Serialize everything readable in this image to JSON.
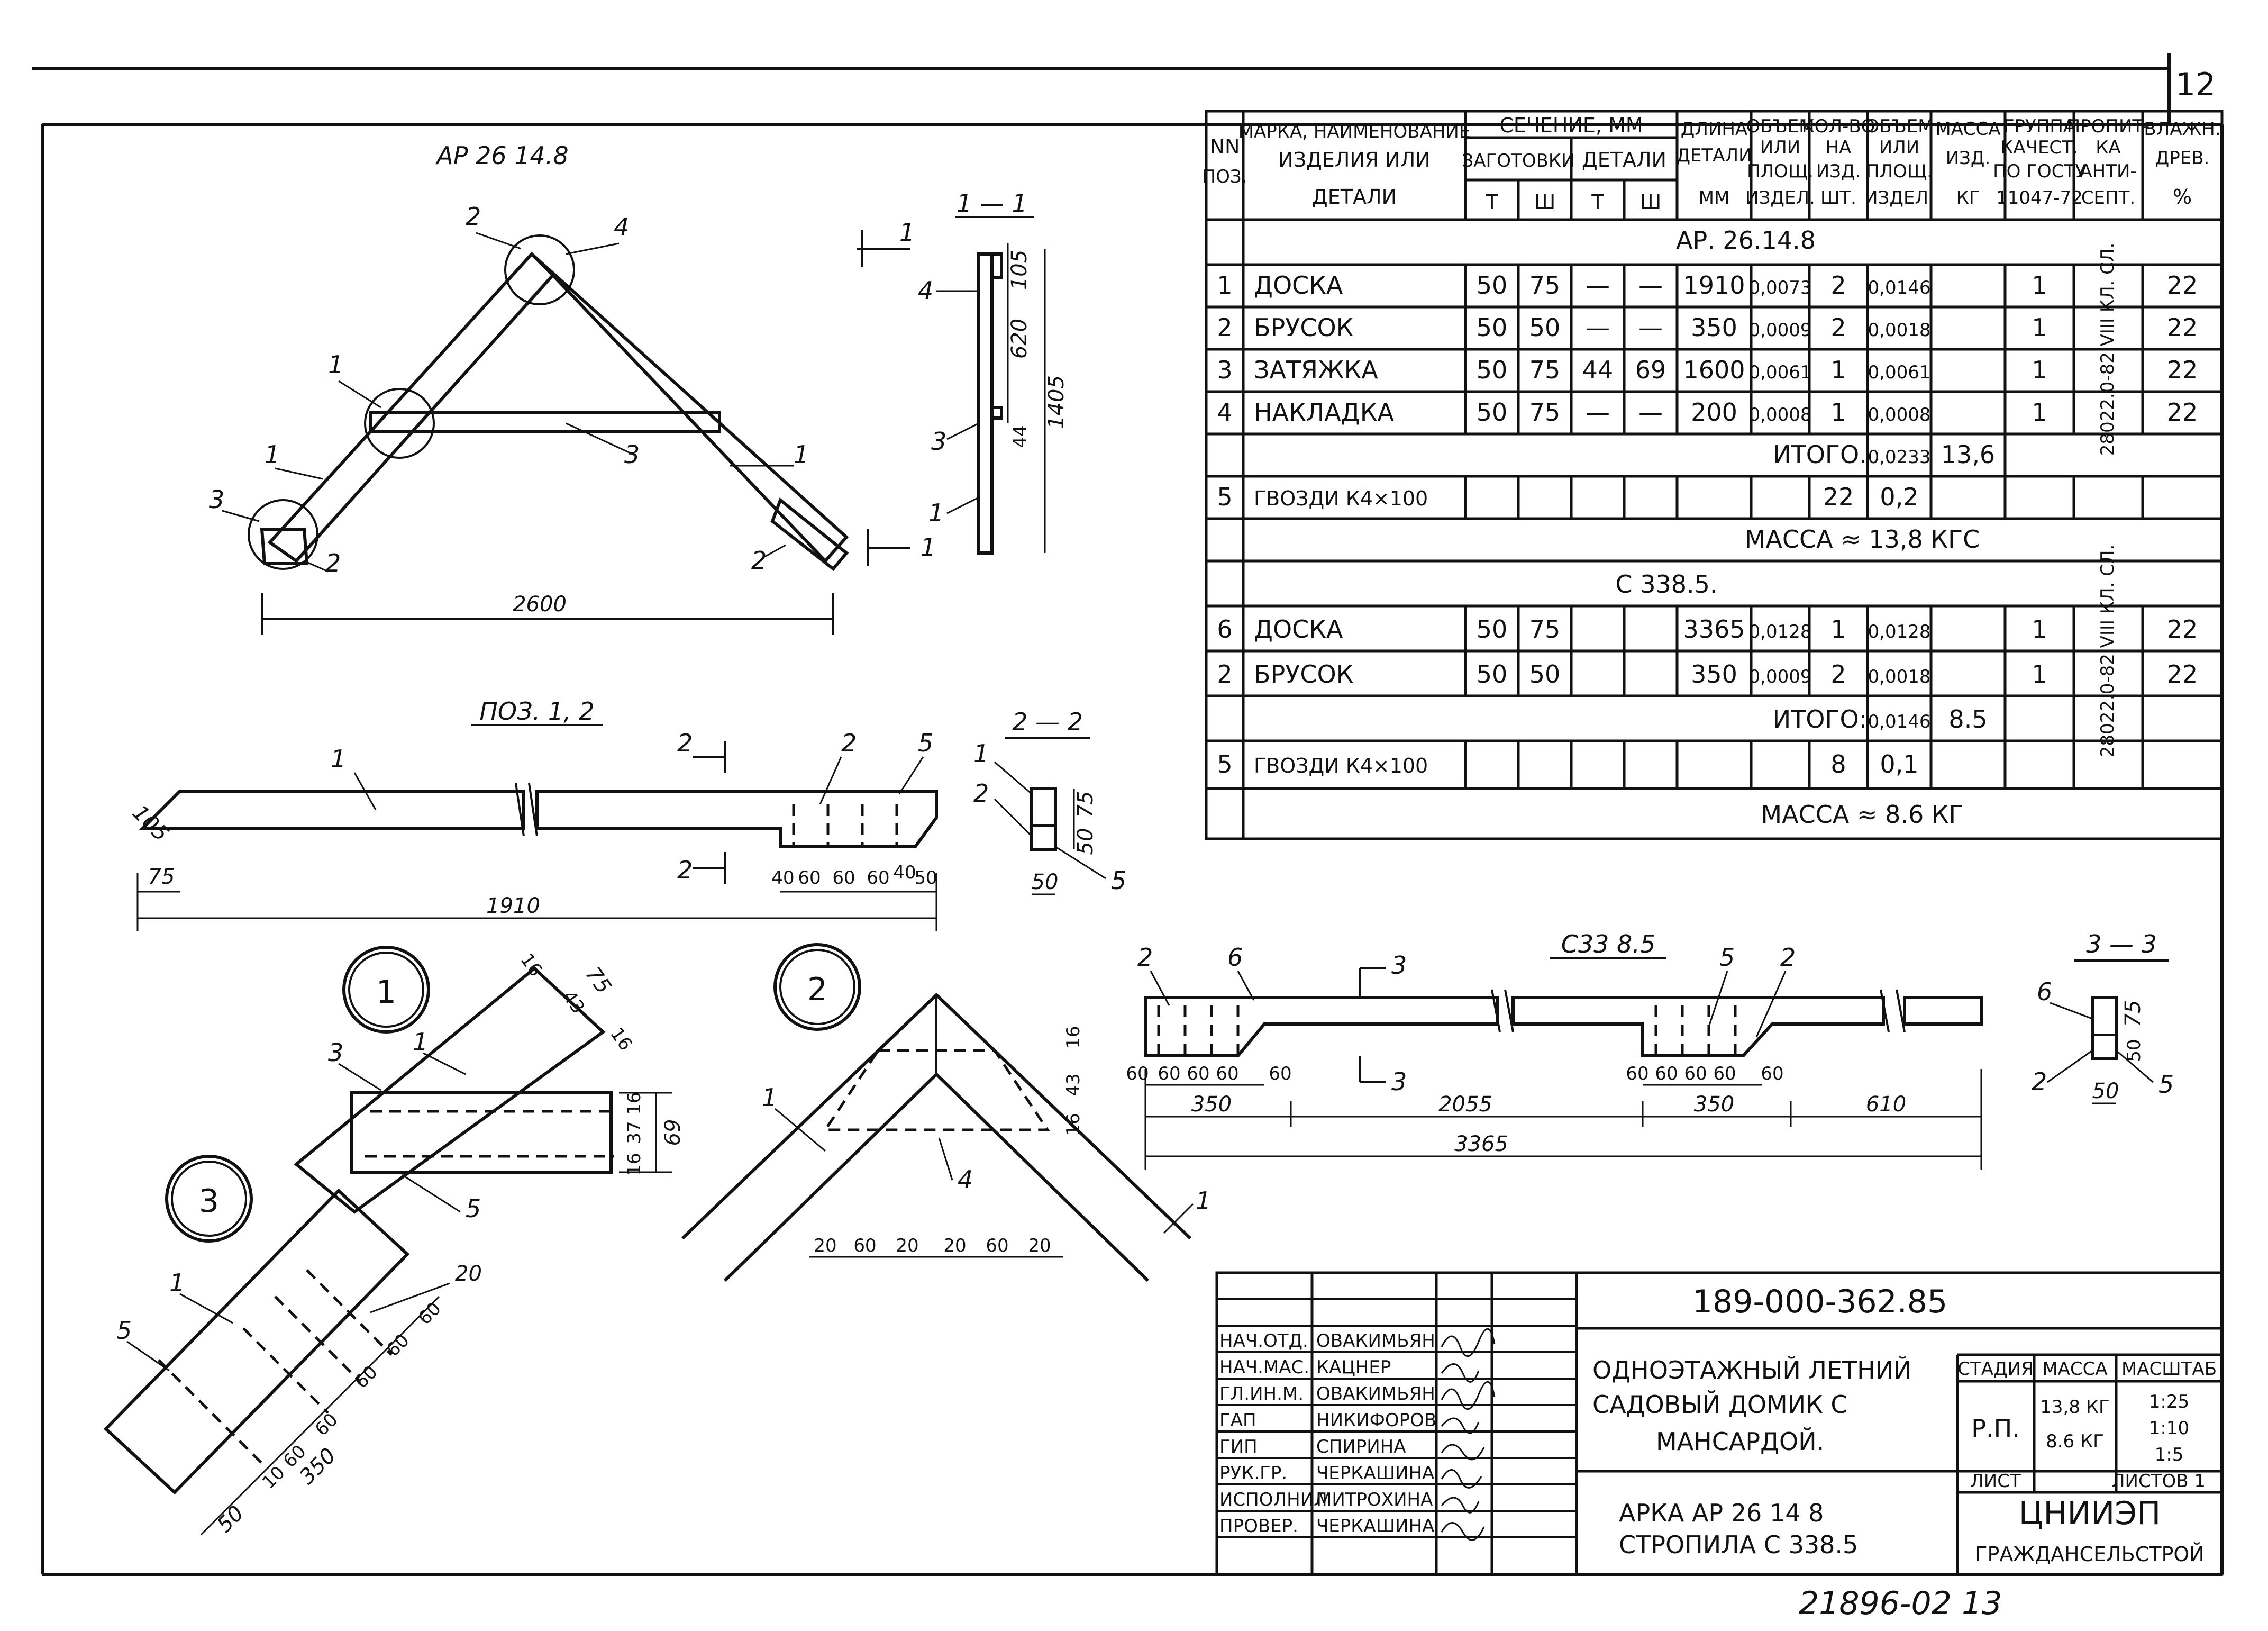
{
  "sheet_number": "12",
  "drawing_code": "189-000-362.85",
  "archive_number": "21896-02 13",
  "title_block": {
    "project_lines": [
      "ОДНОЭТАЖНЫЙ ЛЕТНИЙ",
      "САДОВЫЙ ДОМИК С",
      "МАНСАРДОЙ."
    ],
    "sheet_lines": [
      "АРКА  АР 26 14 8",
      "СТРОПИЛА  С 338.5"
    ],
    "org_lines": [
      "ЦНИИЭП",
      "ГРАЖДАНСЕЛЬСТРОЙ"
    ],
    "stage_label": "СТАДИЯ",
    "stage_value": "Р.П.",
    "mass_label": "МАССА",
    "mass_values": [
      "13,8 КГ",
      "8.6 КГ"
    ],
    "scale_label": "МАСШТАБ",
    "scale_values": [
      "1:25",
      "1:10",
      "1:5"
    ],
    "sheet_label": "ЛИСТ",
    "sheets_label": "ЛИСТОВ 1",
    "signatures": [
      {
        "role": "НАЧ.ОТД.",
        "name": "ОВАКИМЬЯН"
      },
      {
        "role": "НАЧ.МАС.",
        "name": "КАЦНЕР"
      },
      {
        "role": "ГЛ.ИН.М.",
        "name": "ОВАКИМЬЯН"
      },
      {
        "role": "ГАП",
        "name": "НИКИФОРОВ"
      },
      {
        "role": "ГИП",
        "name": "СПИРИНА"
      },
      {
        "role": "РУК.ГР.",
        "name": "ЧЕРКАШИНА"
      },
      {
        "role": "ИСПОЛНИЛ",
        "name": "МИТРОХИНА"
      },
      {
        "role": "ПРОВЕР.",
        "name": "ЧЕРКАШИНА"
      }
    ]
  },
  "spec_table": {
    "headers": {
      "nn": [
        "NN",
        "ПОЗ."
      ],
      "name": [
        "МАРКА, НАИМЕНОВАНИЕ",
        "ИЗДЕЛИЯ ИЛИ",
        "ДЕТАЛИ"
      ],
      "section": "СЕЧЕНИЕ, ММ",
      "blank": "ЗАГОТОВКИ",
      "detail": "ДЕТАЛИ",
      "t": "Т",
      "sh": "Ш",
      "length": [
        "ДЛИНА",
        "ДЕТАЛИ",
        "ММ"
      ],
      "vol": [
        "ОБЪЕМ",
        "ИЛИ",
        "ПЛОЩ.",
        "ИЗДЕЛ."
      ],
      "qty": [
        "КОЛ-ВО",
        "НА",
        "ИЗД.",
        "ШТ."
      ],
      "vol_total": [
        "ОБЪЕМ",
        "ИЛИ",
        "ПЛОЩ.",
        "ИЗДЕЛ."
      ],
      "mass": [
        "МАССА",
        "ИЗД.",
        "КГ"
      ],
      "group": [
        "ГРУППА",
        "КАЧЕСТ.",
        "ПО ГОСТУ",
        "11047-72"
      ],
      "impreg": [
        "ПРОПИТ-",
        "КА",
        "АНТИ-",
        "СЕПТ."
      ],
      "humidity": [
        "ВЛАЖН.",
        "ДРЕВ.",
        "%"
      ]
    },
    "group1_title": "АР. 26.14.8",
    "group1_rows": [
      {
        "pos": "1",
        "name": "ДОСКА",
        "t": "50",
        "sh": "75",
        "dt": "—",
        "dsh": "—",
        "len": "1910",
        "vol": "0,0073",
        "qty": "2",
        "vtot": "0,0146",
        "mass": "",
        "grp": "1",
        "hum": "22"
      },
      {
        "pos": "2",
        "name": "БРУСОК",
        "t": "50",
        "sh": "50",
        "dt": "—",
        "dsh": "—",
        "len": "350",
        "vol": "0,0009",
        "qty": "2",
        "vtot": "0,0018",
        "mass": "",
        "grp": "1",
        "hum": "22"
      },
      {
        "pos": "3",
        "name": "ЗАТЯЖКА",
        "t": "50",
        "sh": "75",
        "dt": "44",
        "dsh": "69",
        "len": "1600",
        "vol": "0,0061",
        "qty": "1",
        "vtot": "0,0061",
        "mass": "",
        "grp": "1",
        "hum": "22"
      },
      {
        "pos": "4",
        "name": "НАКЛАДКА",
        "t": "50",
        "sh": "75",
        "dt": "—",
        "dsh": "—",
        "len": "200",
        "vol": "0,0008",
        "qty": "1",
        "vtot": "0,0008",
        "mass": "",
        "grp": "1",
        "hum": "22"
      }
    ],
    "group1_impreg": "28022.0-82 VIII КЛ. СЛ.",
    "group1_total_label": "ИТОГО.",
    "group1_total_vol": "0,0233",
    "group1_total_mass": "13,6",
    "group1_nails": {
      "pos": "5",
      "name": "ГВОЗДИ К4×100",
      "qty": "22",
      "mass": "0,2"
    },
    "group1_mass_line": "МАССА ≈ 13,8 КГС",
    "group2_title": "С 338.5.",
    "group2_rows": [
      {
        "pos": "6",
        "name": "ДОСКА",
        "t": "50",
        "sh": "75",
        "dt": "",
        "dsh": "",
        "len": "3365",
        "vol": "0,0128",
        "qty": "1",
        "vtot": "0,0128",
        "mass": "",
        "grp": "1",
        "hum": "22"
      },
      {
        "pos": "2",
        "name": "БРУСОК",
        "t": "50",
        "sh": "50",
        "dt": "",
        "dsh": "",
        "len": "350",
        "vol": "0,0009",
        "qty": "2",
        "vtot": "0,0018",
        "mass": "",
        "grp": "1",
        "hum": "22"
      }
    ],
    "group2_impreg": "28022.0-82 VIII КЛ. СЛ.",
    "group2_total_label": "ИТОГО:",
    "group2_total_vol": "0,0146",
    "group2_total_mass": "8.5",
    "group2_nails": {
      "pos": "5",
      "name": "ГВОЗДИ К4×100",
      "qty": "8",
      "mass": "0,1"
    },
    "group2_mass_line": "МАССА ≈ 8.6 КГ"
  },
  "views": {
    "arch_title": "АР 26 14.8",
    "arch_span": "2600",
    "section11_title": "1 — 1",
    "section11_dims": [
      "105",
      "620",
      "1405",
      "44"
    ],
    "pos12_title": "ПОЗ. 1, 2",
    "pos12_dims": [
      "105",
      "75",
      "1910",
      "40",
      "60",
      "60",
      "60",
      "40",
      "50"
    ],
    "section22_title": "2 — 2",
    "section22_dims": [
      "50",
      "75",
      "50"
    ],
    "node1_label": "1",
    "node1_dims": [
      "16",
      "75",
      "43",
      "16",
      "16",
      "37",
      "69",
      "16"
    ],
    "node2_label": "2",
    "node2_dims": [
      "20",
      "60",
      "20",
      "20",
      "60",
      "20"
    ],
    "node3_label": "3",
    "node3_dims": [
      "20",
      "60",
      "60",
      "60",
      "10",
      "60",
      "60",
      "350",
      "50"
    ],
    "rafter_title": "С33 8.5",
    "rafter_dims": [
      "60",
      "60",
      "60",
      "60",
      "60",
      "350",
      "2055",
      "60",
      "60",
      "60",
      "60",
      "60",
      "350",
      "610",
      "3365",
      "16",
      "43",
      "16"
    ],
    "section33_title": "3 — 3",
    "section33_dims": [
      "75",
      "50",
      "50"
    ],
    "section_marks": [
      "1",
      "1",
      "2",
      "2",
      "3",
      "3"
    ],
    "callouts": [
      "1",
      "2",
      "3",
      "4",
      "5",
      "6"
    ]
  }
}
